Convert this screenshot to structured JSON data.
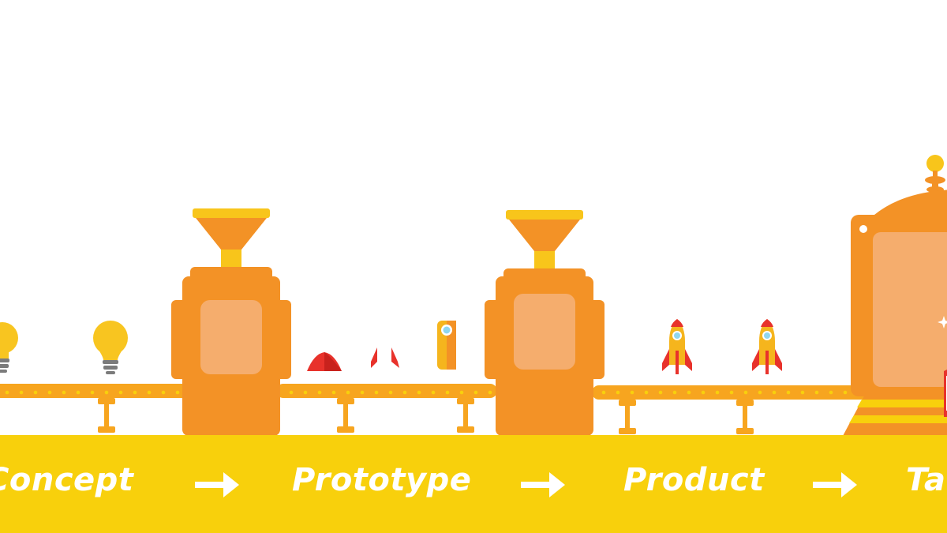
{
  "stages": [
    {
      "label": "Concept"
    },
    {
      "label": "Prototype"
    },
    {
      "label": "Product"
    },
    {
      "label": "Ta"
    }
  ],
  "colors": {
    "band": "#f8d00c",
    "machine": "#f39226",
    "machine_window": "#f5ad6d",
    "belt": "#f7a51f",
    "hopper_rim": "#f8c51b",
    "rocket_red": "#e8322b",
    "rocket_body": "#f5b51d",
    "bulb": "#f8c520",
    "arrow_and_text": "#ffffff"
  },
  "icons": [
    "lightbulb-icon",
    "rocket-icon",
    "rocket-nose-cone-icon",
    "rocket-fins-icon",
    "rocket-body-icon",
    "conveyor-belt",
    "factory-machine",
    "packaging-machine"
  ]
}
